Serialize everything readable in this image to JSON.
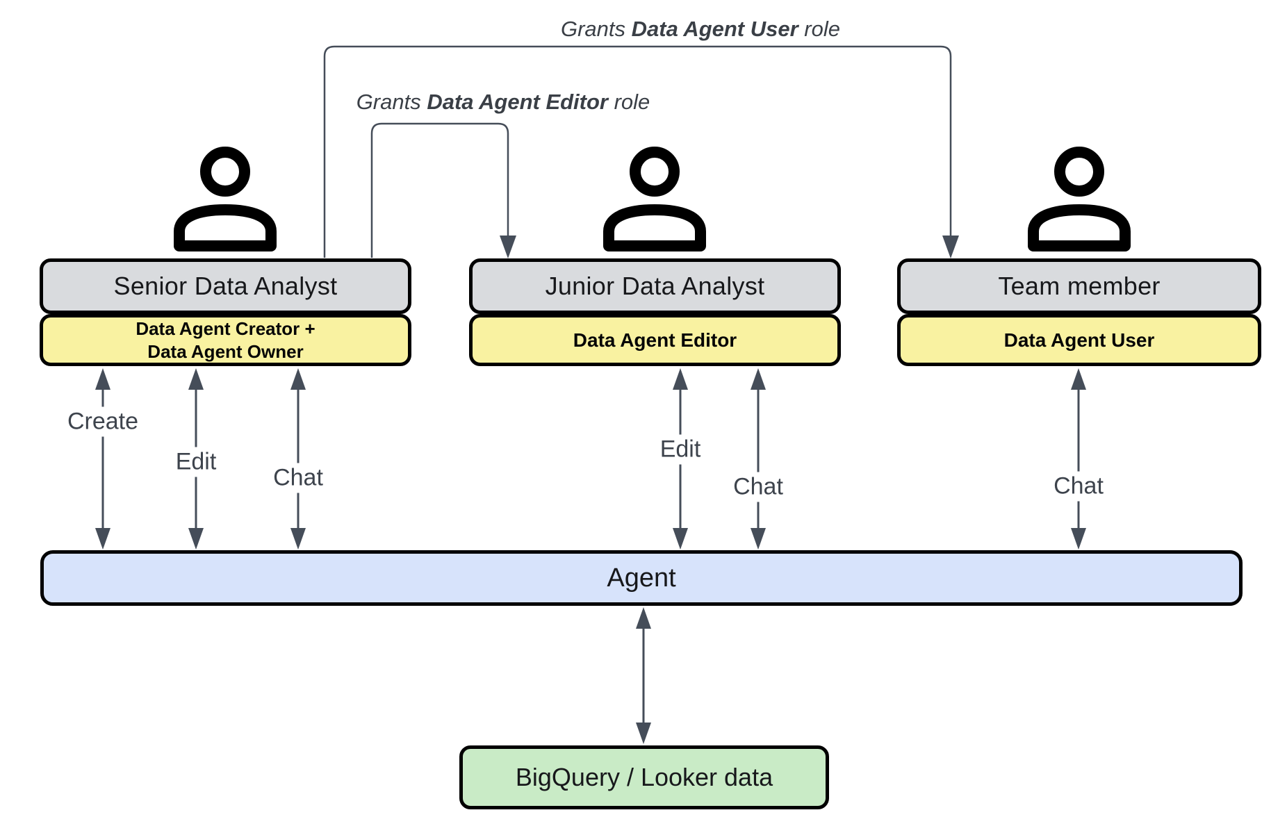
{
  "annotations": {
    "grant_user": {
      "prefix": "Grants ",
      "bold": "Data Agent User",
      "suffix": " role"
    },
    "grant_editor": {
      "prefix": "Grants ",
      "bold": "Data Agent Editor",
      "suffix": " role"
    }
  },
  "actors": [
    {
      "title": "Senior Data Analyst",
      "roles": [
        "Data Agent Creator +",
        "Data Agent Owner"
      ]
    },
    {
      "title": "Junior Data Analyst",
      "roles": [
        "Data Agent Editor"
      ]
    },
    {
      "title": "Team member",
      "roles": [
        "Data Agent User"
      ]
    }
  ],
  "action_labels": {
    "create": "Create",
    "edit": "Edit",
    "chat": "Chat"
  },
  "agent": {
    "label": "Agent"
  },
  "data_source": {
    "label": "BigQuery / Looker data"
  },
  "colors": {
    "role_box_gray": "#d9dbde",
    "role_box_yellow": "#f9f2a1",
    "agent_blue": "#d7e3fb",
    "data_green": "#c9ebc6",
    "arrow": "#454d59",
    "border": "#000000"
  }
}
